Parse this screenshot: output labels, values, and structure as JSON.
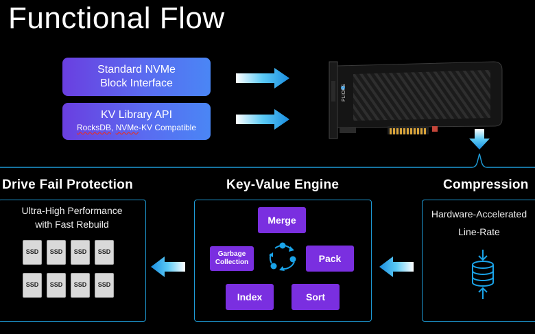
{
  "title": "Functional Flow",
  "inputs": {
    "nvme": {
      "line1": "Standard NVMe",
      "line2": "Block Interface"
    },
    "kv": {
      "line1": "KV Library API",
      "line2_a": "RocksDB",
      "line2_sep": ", ",
      "line2_b": "NVMe",
      "line2_c": "-KV Compatible"
    }
  },
  "card": {
    "brand": "PLIOPS"
  },
  "sections": {
    "drive_fail": {
      "title": "Drive Fail Protection",
      "desc_line1": "Ultra-High Performance",
      "desc_line2": "with Fast Rebuild",
      "ssd_label": "SSD"
    },
    "kv_engine": {
      "title": "Key-Value Engine",
      "merge": "Merge",
      "gc_line1": "Garbage",
      "gc_line2": "Collection",
      "pack": "Pack",
      "index": "Index",
      "sort": "Sort"
    },
    "compression": {
      "title": "Compression",
      "desc_line1": "Hardware-Accelerated",
      "desc_line2": "Line-Rate"
    }
  },
  "colors": {
    "accent_blue": "#1e9bd6",
    "purple": "#7a2fe0",
    "arrow_blue": "#1aa3e8"
  }
}
